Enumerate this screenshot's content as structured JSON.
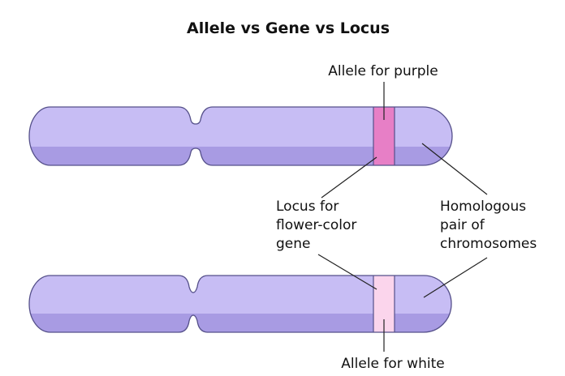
{
  "title": "Allele vs Gene vs Locus",
  "labels": {
    "allele_purple": "Allele for purple",
    "locus": [
      "Locus for",
      "flower-color",
      "gene"
    ],
    "homologous": [
      "Homologous",
      "pair of",
      "chromosomes"
    ],
    "allele_white": "Allele for white"
  },
  "colors": {
    "chromosome_fill": "#c7bdf4",
    "chromosome_shadow": "#a89be3",
    "chromosome_outline": "#55508a",
    "allele_purple_band": "#e77fc6",
    "allele_white_band": "#fbd5ec",
    "text": "#111111"
  }
}
